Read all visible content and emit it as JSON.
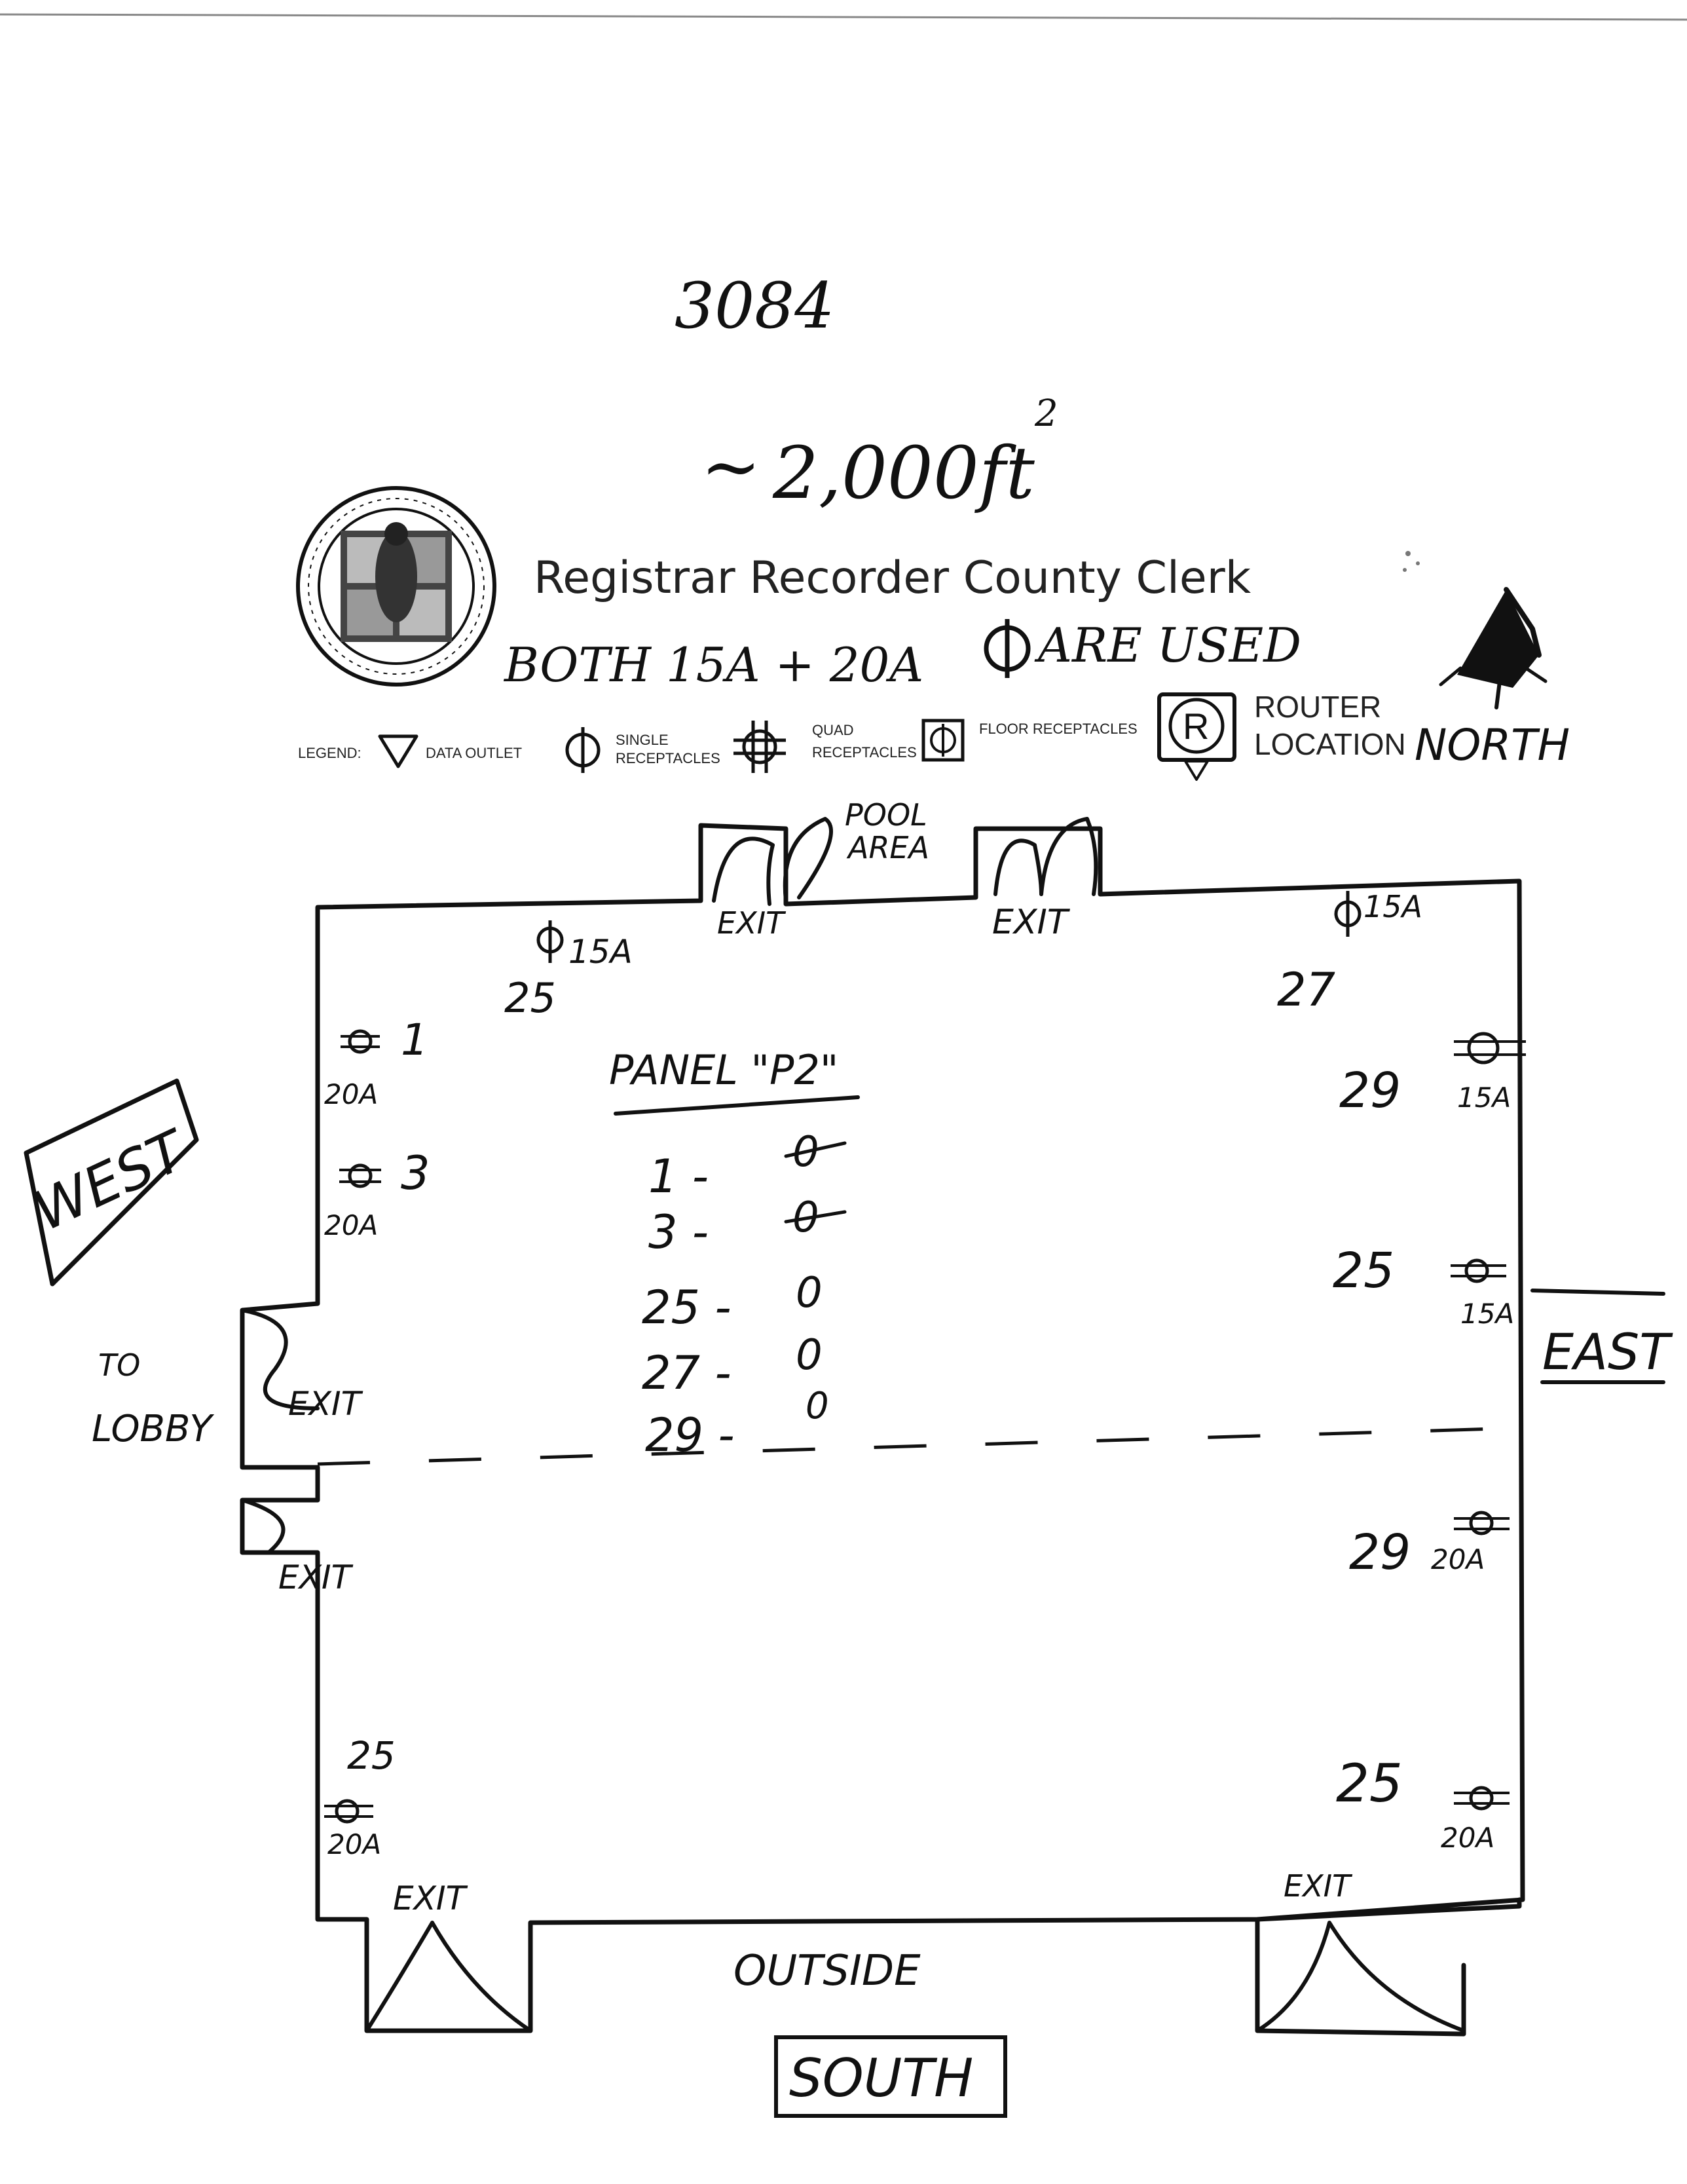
{
  "header": {
    "number": "3084",
    "area": "2,000ft",
    "area_approx": "~",
    "area_exp": "2",
    "title": "Registrar Recorder County Clerk",
    "note": "BOTH 15A + 20A",
    "note_end": "ARE USED",
    "north_label": "NORTH"
  },
  "legend": {
    "label": "LEGEND:",
    "data_outlet": "DATA OUTLET",
    "single_1": "SINGLE",
    "single_2": "RECEPTACLES",
    "quad_1": "QUAD",
    "quad_2": "RECEPTACLES",
    "floor": "FLOOR RECEPTACLES",
    "router_letter": "R",
    "router_1": "ROUTER",
    "router_2": "LOCATION"
  },
  "directions": {
    "west": "WEST",
    "east": "EAST",
    "south": "SOUTH",
    "to": "TO",
    "lobby": "LOBBY",
    "outside": "OUTSIDE",
    "pool_1": "POOL",
    "pool_2": "AREA"
  },
  "exits": {
    "north_1": "EXIT",
    "north_2": "EXIT",
    "west_1": "EXIT",
    "west_2": "EXIT",
    "sw": "EXIT",
    "se": "EXIT"
  },
  "outlets": {
    "n_left_amp": "15A",
    "n_left_num": "25",
    "n_right_amp": "15A",
    "n_right_num": "27",
    "w1_num": "1",
    "w1_amp": "20A",
    "w3_num": "3",
    "w3_amp": "20A",
    "e29_num": "29",
    "e29_amp": "15A",
    "e25_num": "25",
    "e25_amp": "15A",
    "e29b_num": "29",
    "e29b_amp": "20A",
    "sw_num": "25",
    "sw_amp": "20A",
    "se_num": "25",
    "se_amp": "20A"
  },
  "panel": {
    "title": "PANEL \"P2\"",
    "rows": [
      {
        "circuit": "1 -",
        "value": "0"
      },
      {
        "circuit": "3 -",
        "value": "0"
      },
      {
        "circuit": "25 -",
        "value": "0"
      },
      {
        "circuit": "27 -",
        "value": "0"
      },
      {
        "circuit": "29 -",
        "value": "0"
      }
    ]
  }
}
